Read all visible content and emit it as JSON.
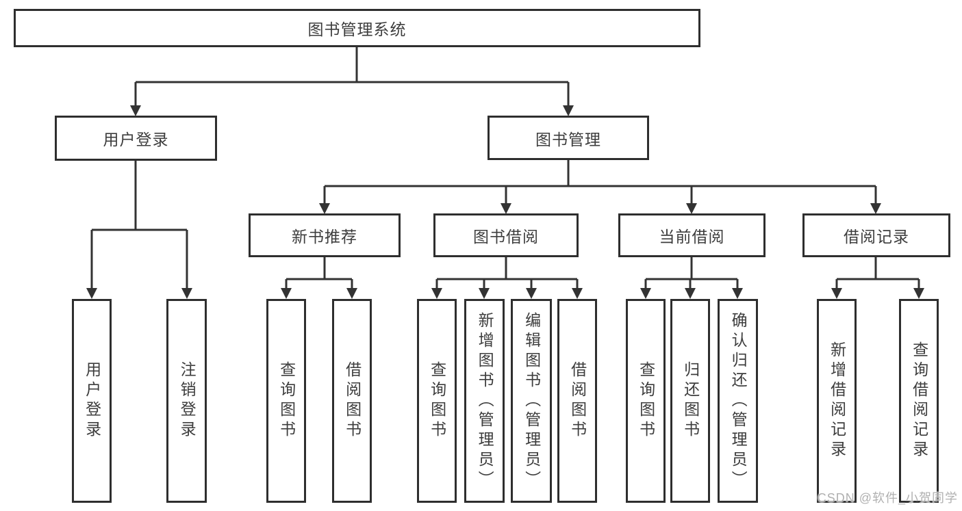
{
  "tree": {
    "label": "图书管理系统",
    "children": [
      {
        "label": "用户登录",
        "children": [
          {
            "label": "用户登录"
          },
          {
            "label": "注销登录"
          }
        ]
      },
      {
        "label": "图书管理",
        "children": [
          {
            "label": "新书推荐",
            "children": [
              {
                "label": "查询图书"
              },
              {
                "label": "借阅图书"
              }
            ]
          },
          {
            "label": "图书借阅",
            "children": [
              {
                "label": "查询图书"
              },
              {
                "label": "新增图书（管理员）"
              },
              {
                "label": "编辑图书（管理员）"
              },
              {
                "label": "借阅图书"
              }
            ]
          },
          {
            "label": "当前借阅",
            "children": [
              {
                "label": "查询图书"
              },
              {
                "label": "归还图书"
              },
              {
                "label": "确认归还（管理员）"
              }
            ]
          },
          {
            "label": "借阅记录",
            "children": [
              {
                "label": "新增借阅记录"
              },
              {
                "label": "查询借阅记录"
              }
            ]
          }
        ]
      }
    ]
  },
  "watermark": "CSDN @软件_小贺同学",
  "colors": {
    "line": "#333333",
    "box_border": "#2e2e2e",
    "text": "#3d3d3d",
    "background": "#ffffff",
    "watermark": "#b0b0b0"
  }
}
